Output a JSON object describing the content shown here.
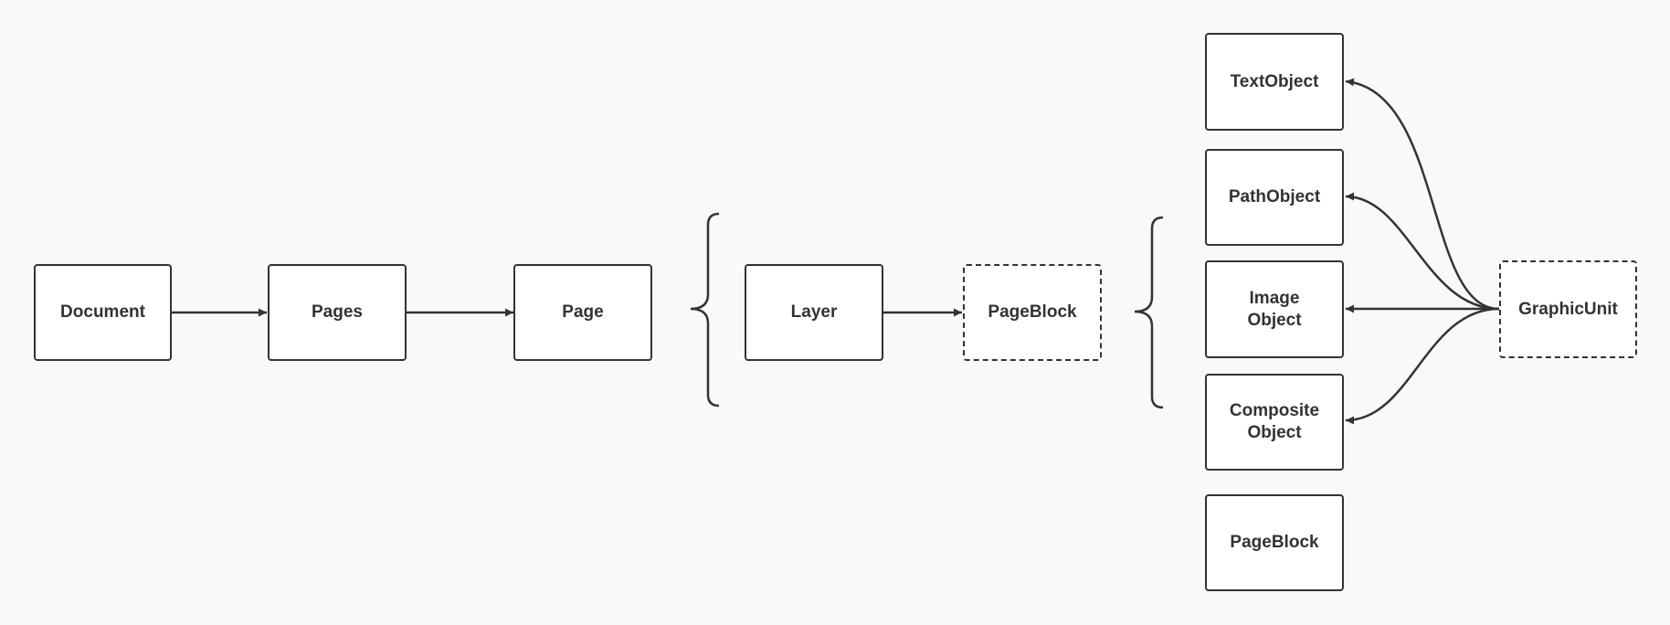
{
  "nodes": {
    "document": "Document",
    "pages": "Pages",
    "page": "Page",
    "layer": "Layer",
    "pageblock": "PageBlock",
    "textobject": "TextObject",
    "pathobject": "PathObject",
    "imageobject": "Image\nObject",
    "compositeobject": "Composite\nObject",
    "pageblock_child": "PageBlock",
    "graphicunit": "GraphicUnit"
  },
  "colors": {
    "stroke": "#333333",
    "background": "#f9f9f9",
    "node_fill": "#ffffff"
  }
}
